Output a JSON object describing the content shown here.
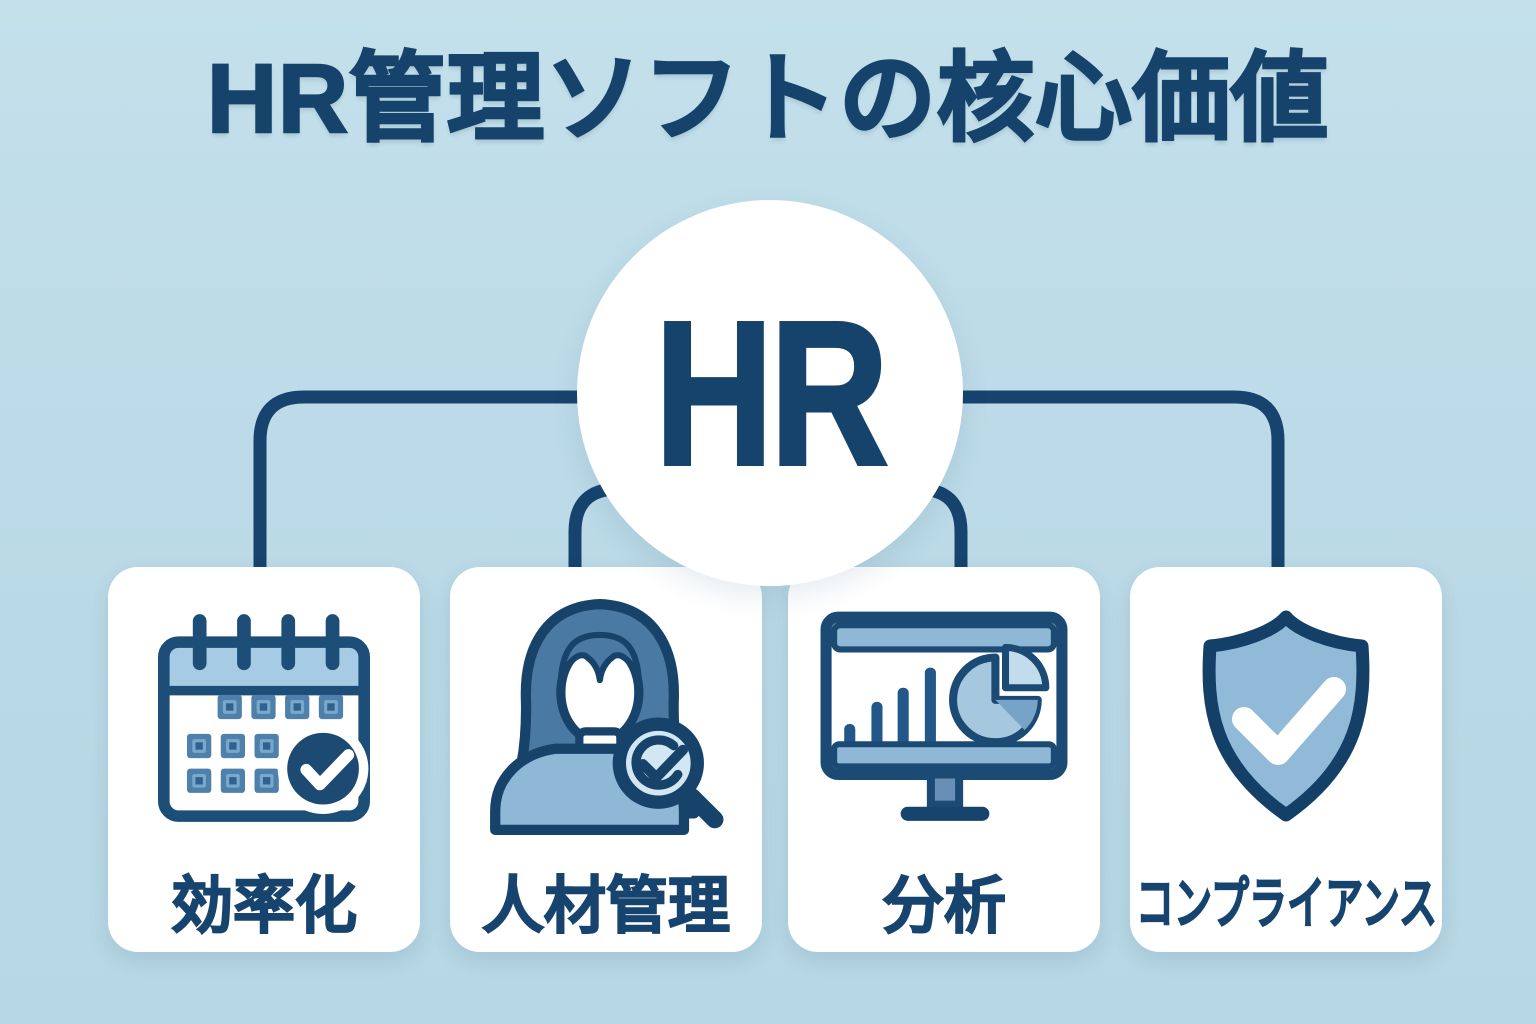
{
  "title": "HR管理ソフトの核心価値",
  "center": {
    "label": "HR"
  },
  "cards": [
    {
      "label": "効率化",
      "icon": "calendar-check-icon"
    },
    {
      "label": "人材管理",
      "icon": "person-search-icon"
    },
    {
      "label": "分析",
      "icon": "monitor-analytics-icon"
    },
    {
      "label": "コンプライアンス",
      "icon": "shield-check-icon"
    }
  ],
  "colors": {
    "background": "#bcdae7",
    "navy": "#17446e",
    "card_background": "#ffffff",
    "icon_medium_blue": "#4d80ab",
    "icon_light_blue": "#8fb8d6",
    "icon_pale_blue": "#d3e7f3",
    "calendar_header_blue": "#a6cbe4"
  }
}
